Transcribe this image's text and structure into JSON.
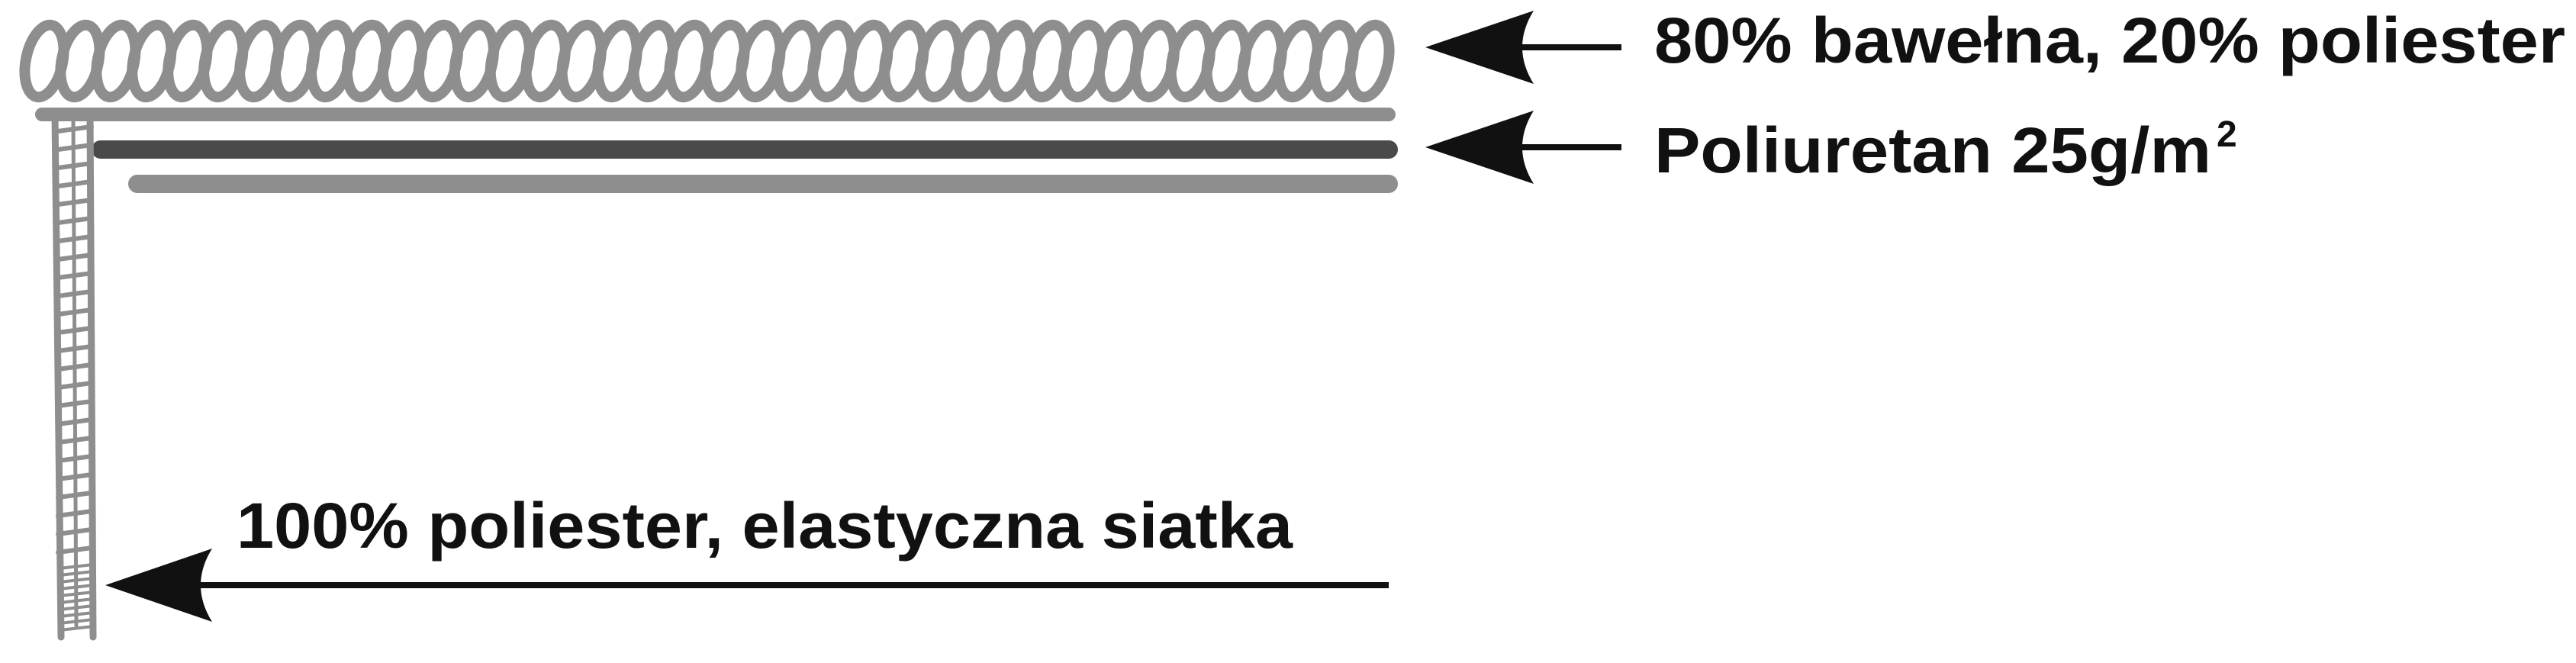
{
  "labels": {
    "terry": "80% bawełna, 20% poliester",
    "pu_prefix": "Poliuretan 25g/m",
    "pu_sup": "2",
    "mesh": "100% poliester, elastyczna siatka"
  },
  "colors": {
    "background": "#ffffff",
    "terry_loops": "#8e8e8e",
    "pu_layer": "#4a4a4a",
    "bottom_layer": "#8e8e8e",
    "mesh": "#8e8e8e",
    "arrows": "#111111",
    "text": "#111111"
  }
}
